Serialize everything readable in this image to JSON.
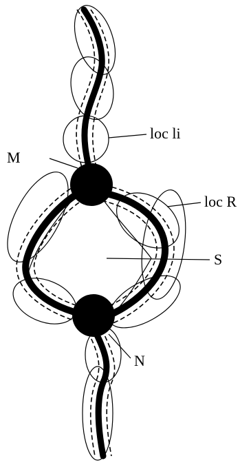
{
  "labels": {
    "m": "M",
    "loc_li": "loc li",
    "loc_r": "loc R",
    "s": "S",
    "n": "N"
  },
  "colors": {
    "ink": "#000000",
    "paper": "#ffffff"
  }
}
